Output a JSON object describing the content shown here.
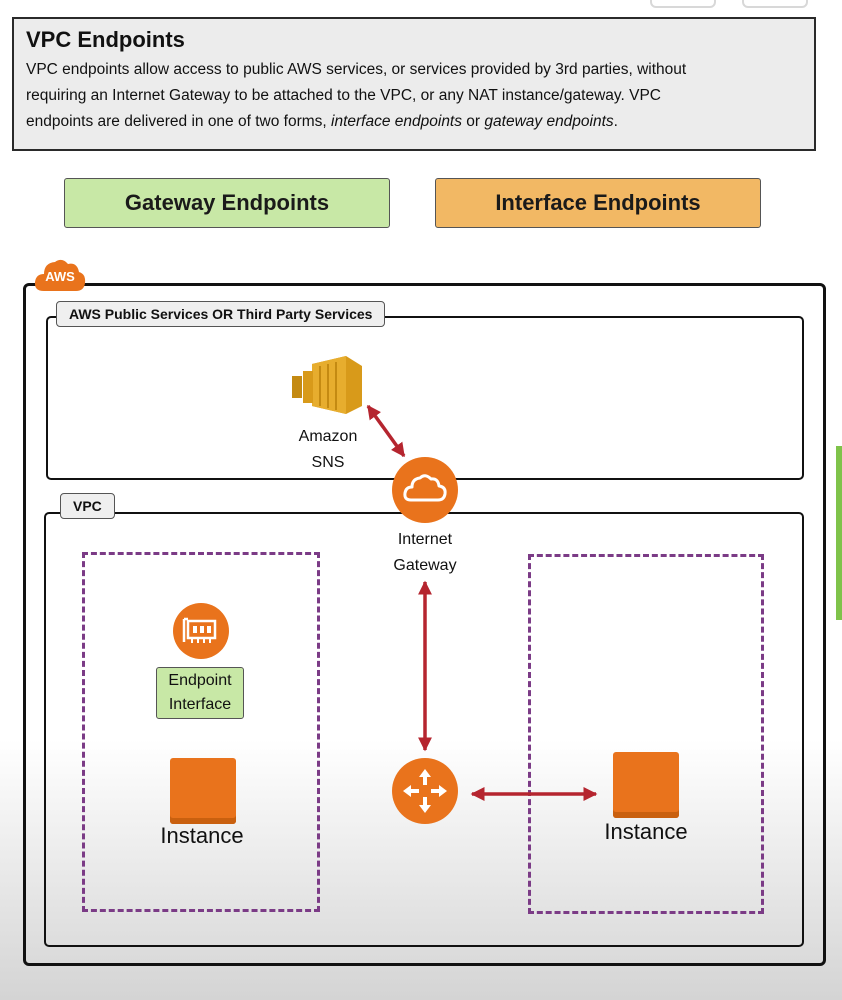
{
  "info": {
    "title": "VPC Endpoints",
    "line1": "VPC endpoints allow access to public AWS services, or services provided by 3rd parties, without",
    "line2": "requiring an Internet Gateway to be attached to the VPC, or any NAT instance/gateway. VPC",
    "line3_a": "endpoints are delivered in one of two forms, ",
    "line3_b": "interface endpoints",
    "line3_c": " or ",
    "line3_d": "gateway endpoints",
    "line3_e": "."
  },
  "tabs": {
    "gateway": "Gateway Endpoints",
    "interface": "Interface Endpoints"
  },
  "diagram": {
    "aws_badge": "AWS",
    "public_services_label": "AWS Public Services OR Third Party Services",
    "vpc_label": "VPC",
    "sns_label_1": "Amazon",
    "sns_label_2": "SNS",
    "igw_label_1": "Internet",
    "igw_label_2": "Gateway",
    "endpoint_label_1": "Endpoint",
    "endpoint_label_2": "Interface",
    "instance_left": "Instance",
    "instance_right": "Instance"
  },
  "colors": {
    "aws_orange": "#e9731c",
    "arrow_red": "#b5252f",
    "subnet_purple": "#7b3b86",
    "gateway_tab": "#c8e8a6",
    "interface_tab": "#f2b864"
  },
  "icons": [
    "aws-cloud-icon",
    "sns-icon",
    "internet-gateway-icon",
    "router-icon",
    "endpoint-interface-icon"
  ]
}
